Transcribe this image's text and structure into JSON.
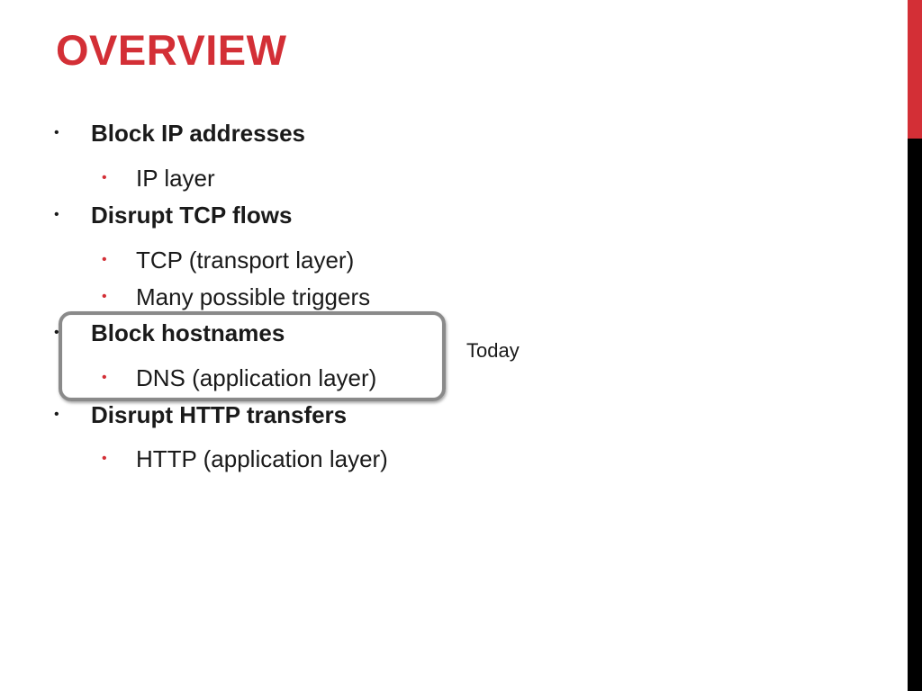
{
  "slide": {
    "title": "OVERVIEW",
    "colors": {
      "title": "#d32f36",
      "accent_bar_top": "#d32f36",
      "accent_bar_bottom": "#000000",
      "sub_bullet": "#d32f36",
      "highlight_border": "#8a8a8a"
    },
    "bullets": [
      {
        "text": "Block IP addresses",
        "marker": "•",
        "children": [
          {
            "text": "IP layer",
            "marker": "•"
          }
        ]
      },
      {
        "text": "Disrupt TCP flows",
        "marker": "•",
        "children": [
          {
            "text": "TCP (transport layer)",
            "marker": "•"
          },
          {
            "text": "Many possible triggers",
            "marker": "•"
          }
        ]
      },
      {
        "text": "Block hostnames",
        "marker": "•",
        "children": [
          {
            "text": "DNS (application layer)",
            "marker": "•"
          }
        ]
      },
      {
        "text": "Disrupt HTTP transfers",
        "marker": "•",
        "children": [
          {
            "text": "HTTP (application layer)",
            "marker": "•"
          }
        ]
      }
    ],
    "callout": "Today"
  }
}
